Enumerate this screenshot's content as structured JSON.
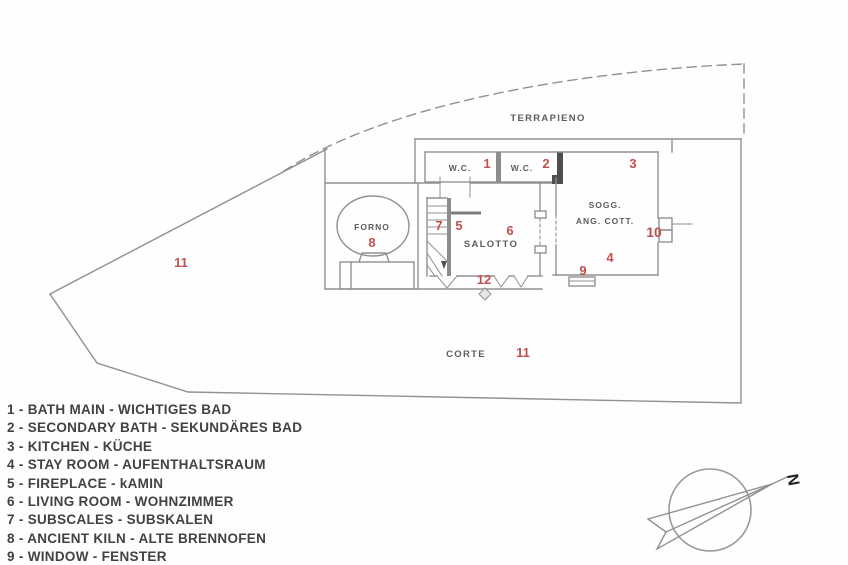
{
  "plan": {
    "labels": {
      "terrapieno": "TERRAPIENO",
      "corte": "CORTE",
      "wc1": "W.C.",
      "wc2": "W.C.",
      "forno": "FORNO",
      "salotto": "SALOTTO",
      "sogg_line1": "SOGG.",
      "sogg_line2": "ANG. COTT."
    },
    "markers": {
      "m1": "1",
      "m2": "2",
      "m3": "3",
      "m4": "4",
      "m5": "5",
      "m6": "6",
      "m7": "7",
      "m8": "8",
      "m9": "9",
      "m10": "10",
      "m11_hill": "11",
      "m11_corte": "11",
      "m12": "12"
    }
  },
  "legend": {
    "items": [
      "1 - BATH MAIN - WICHTIGES BAD",
      "2 - SECONDARY BATH - SEKUNDÄRES BAD",
      "3 - KITCHEN - KÜCHE",
      "4 - STAY ROOM - AUFENTHALTSRAUM",
      "5 - FIREPLACE - kAMIN",
      "6 - LIVING ROOM - WOHNZIMMER",
      "7 - SUBSCALES - SUBSKALEN",
      "8 - ANCIENT KILN - ALTE BRENNOFEN",
      "9 - WINDOW - FENSTER"
    ]
  },
  "compass": {
    "north": "N"
  },
  "colors": {
    "wall_line": "#919191",
    "dark_wall": "#4f4f4f",
    "marker_red": "#c14f4f",
    "legend_text": "#424242",
    "room_text": "#5d5d5d"
  }
}
